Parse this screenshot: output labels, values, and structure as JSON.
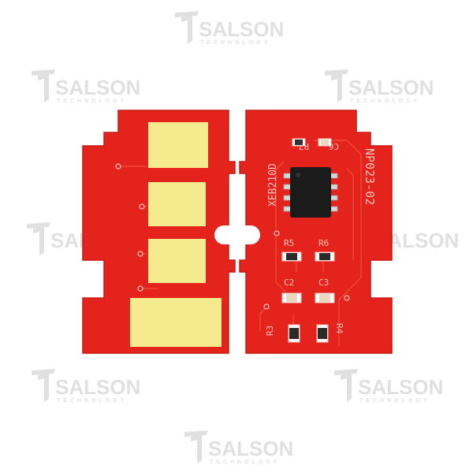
{
  "watermark": {
    "brand": "SALSON",
    "tagline": "TECHNOLOGY",
    "icon": "salson-logo-icon"
  },
  "colors": {
    "background": "#ffffff",
    "pcb": "#e3231c",
    "pcb_edge": "#c81a14",
    "gold_pad": "#f6ea8f",
    "trace": "#f04a3a",
    "silkscreen": "#f3c2b8",
    "chip": "#1b1b1b",
    "component": "#e8d9c0",
    "watermark": "#c8c8c8"
  },
  "left_board": {
    "pad_count": 4
  },
  "right_board": {
    "chip_marking": "XEB210D",
    "board_code": "NP023-02",
    "labels": {
      "r7": "R7",
      "c6": "C6",
      "r5": "R5",
      "r6": "R6",
      "c2": "C2",
      "c3": "C3",
      "r3": "R3",
      "r4": "R4"
    }
  }
}
